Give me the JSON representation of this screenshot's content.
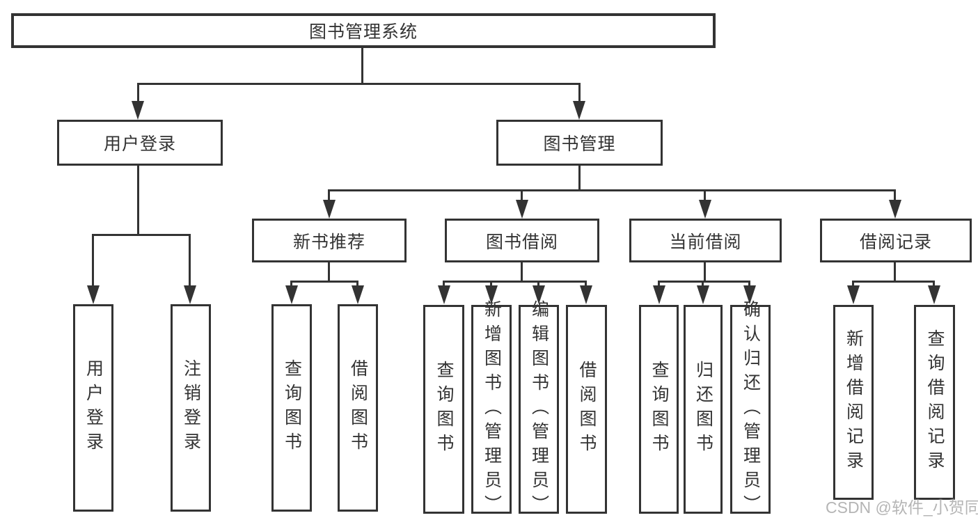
{
  "diagram_title": "图书管理系统",
  "colors": {
    "line": "#333333",
    "box_border": "#333333",
    "text": "#333333",
    "background": "#ffffff",
    "watermark": "#b5b5b5"
  },
  "root": {
    "label": "图书管理系统"
  },
  "level2": [
    {
      "label": "用户登录"
    },
    {
      "label": "图书管理"
    }
  ],
  "level3": [
    {
      "label": "新书推荐"
    },
    {
      "label": "图书借阅"
    },
    {
      "label": "当前借阅"
    },
    {
      "label": "借阅记录"
    }
  ],
  "leaves": {
    "user_login": [
      "用户登录",
      "注销登录"
    ],
    "new_book_recommend": [
      "查询图书",
      "借阅图书"
    ],
    "book_borrow": [
      "查询图书",
      "新增图书（管理员）",
      "编辑图书（管理员）",
      "借阅图书"
    ],
    "current_borrow": [
      "查询图书",
      "归还图书",
      "确认归还（管理员）"
    ],
    "borrow_record": [
      "新增借阅记录",
      "查询借阅记录"
    ]
  },
  "watermark": "CSDN @软件_小贺同学"
}
